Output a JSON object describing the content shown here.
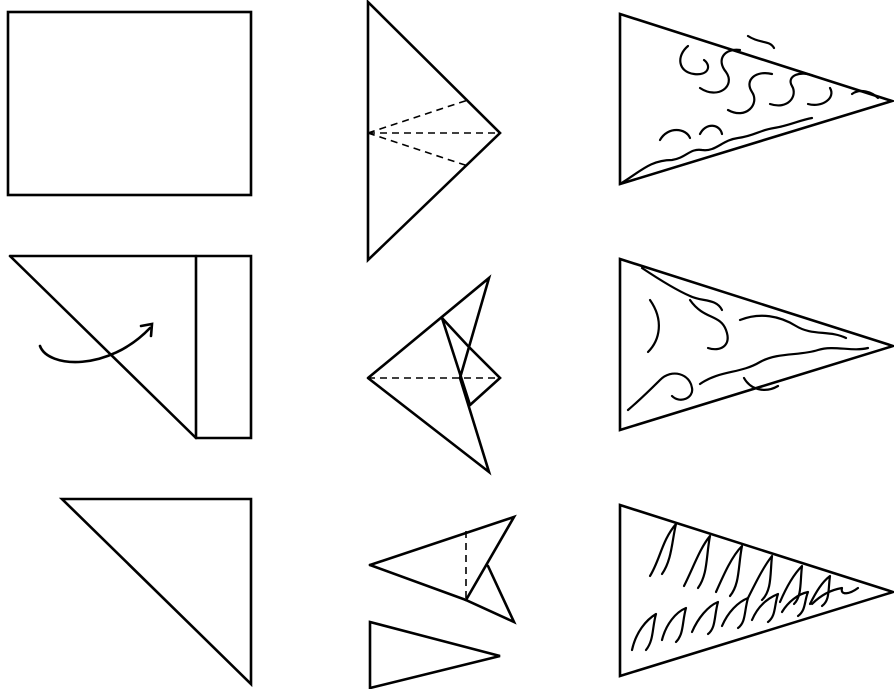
{
  "diagram": {
    "kind": "paper-snowflake-folding-steps",
    "colors": {
      "stroke": "#000000",
      "background": "#ffffff"
    },
    "steps": [
      {
        "id": "rectangle-sheet",
        "column": 1,
        "row": 1
      },
      {
        "id": "fold-corner-over",
        "column": 1,
        "row": 2,
        "icon": "curved-arrow-icon"
      },
      {
        "id": "folded-triangle",
        "column": 1,
        "row": 3
      },
      {
        "id": "triangle-with-fold-lines",
        "column": 2,
        "row": 1
      },
      {
        "id": "folded-into-thirds",
        "column": 2,
        "row": 2
      },
      {
        "id": "trim-off-excess",
        "column": 2,
        "row": 3
      },
      {
        "id": "cut-pattern-swirls",
        "column": 3,
        "row": 1
      },
      {
        "id": "cut-pattern-waves",
        "column": 3,
        "row": 2
      },
      {
        "id": "cut-pattern-spikes",
        "column": 3,
        "row": 3
      }
    ]
  }
}
